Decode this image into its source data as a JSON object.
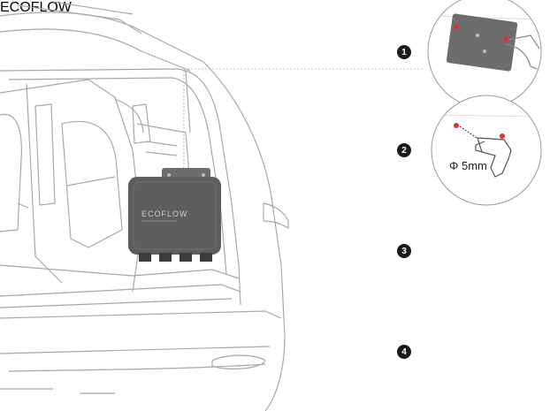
{
  "brand": {
    "logo_text": "ECOFLOW"
  },
  "steps": [
    {
      "number": "1"
    },
    {
      "number": "2",
      "label": "Φ 5mm"
    },
    {
      "number": "3"
    },
    {
      "number": "4"
    }
  ],
  "colors": {
    "line": "#9a9a9a",
    "line_light": "#c8c8c8",
    "device": "#5e5e5e",
    "device_dark": "#3c3c3c",
    "bracket": "#6d6d6d",
    "marker": "#e03030",
    "badge": "#1a1a1a"
  }
}
